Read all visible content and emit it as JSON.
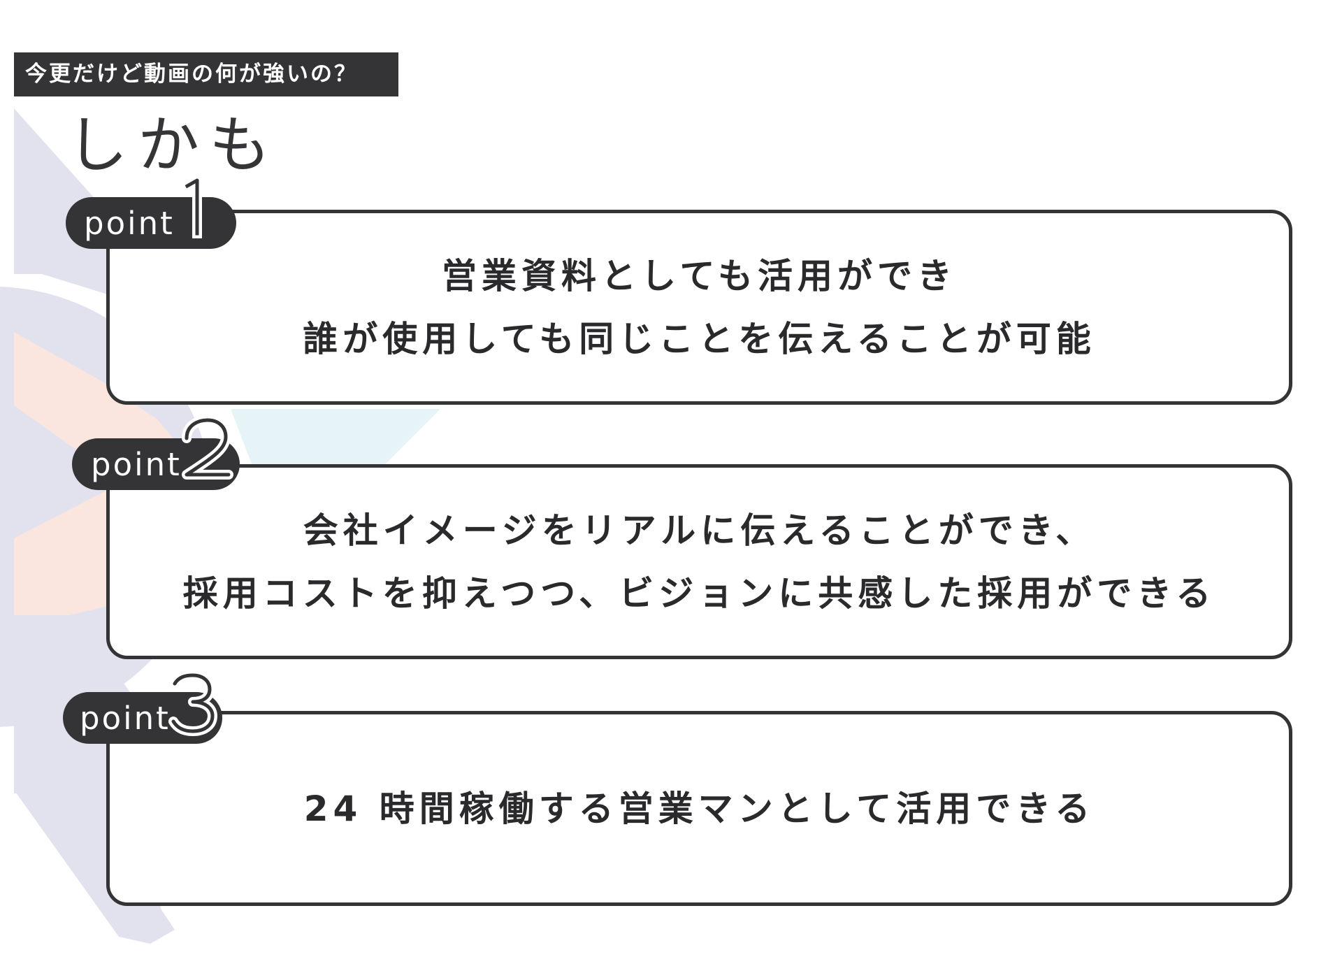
{
  "header": {
    "tag": "今更だけど動画の何が強いの？"
  },
  "title": "しかも",
  "points": [
    {
      "label": "point",
      "number": "1",
      "lines": [
        "営業資料としても活用ができ",
        "誰が使用しても同じことを伝えることが可能"
      ]
    },
    {
      "label": "point",
      "number": "2",
      "lines": [
        "会社イメージをリアルに伝えることができ、",
        "採用コストを抑えつつ、ビジョンに共感した採用ができる"
      ]
    },
    {
      "label": "point",
      "number": "3",
      "lines": [
        "24 時間稼働する営業マンとして活用できる"
      ]
    }
  ],
  "colors": {
    "dark": "#343335",
    "lavender": "#e2e1ee",
    "peach": "#fbe6df",
    "mint": "#e7f4f7",
    "white": "#ffffff"
  }
}
